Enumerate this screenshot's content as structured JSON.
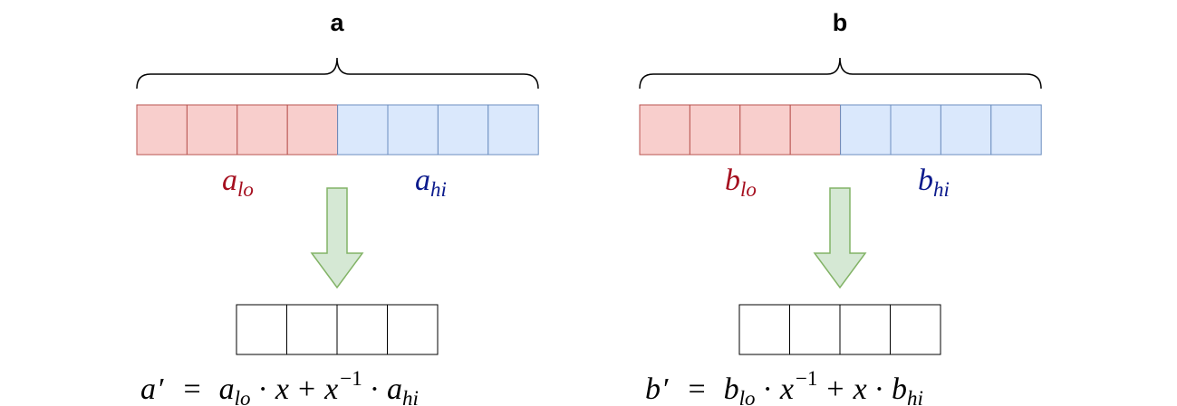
{
  "colors": {
    "lo_fill": "#f8cecc",
    "lo_stroke": "#b85450",
    "hi_fill": "#dae8fc",
    "hi_stroke": "#6c8ebf",
    "lo_text": "#a50f1f",
    "hi_text": "#0b1a8c",
    "arrow_fill": "#d5e8d4",
    "arrow_stroke": "#82b366",
    "result_stroke": "#000000"
  },
  "panels": [
    {
      "title": "a",
      "lo_cells": 4,
      "hi_cells": 4,
      "result_cells": 4,
      "lo_label": {
        "base": "a",
        "sub": "lo"
      },
      "hi_label": {
        "base": "a",
        "sub": "hi"
      },
      "formula": {
        "lhs": "a",
        "prime": "′",
        "eq": "=",
        "t1_base": "a",
        "t1_sub": "lo",
        "dot1": "·",
        "t2": "x",
        "plus": "+",
        "t3": "x",
        "t3_sup": "−1",
        "dot2": "·",
        "t4_base": "a",
        "t4_sub": "hi"
      }
    },
    {
      "title": "b",
      "lo_cells": 4,
      "hi_cells": 4,
      "result_cells": 4,
      "lo_label": {
        "base": "b",
        "sub": "lo"
      },
      "hi_label": {
        "base": "b",
        "sub": "hi"
      },
      "formula": {
        "lhs": "b",
        "prime": "′",
        "eq": "=",
        "t1_base": "b",
        "t1_sub": "lo",
        "dot1": "·",
        "t2": "x",
        "t2_sup": "−1",
        "plus": "+",
        "t3": "x",
        "dot2": "·",
        "t4_base": "b",
        "t4_sub": "hi"
      }
    }
  ]
}
